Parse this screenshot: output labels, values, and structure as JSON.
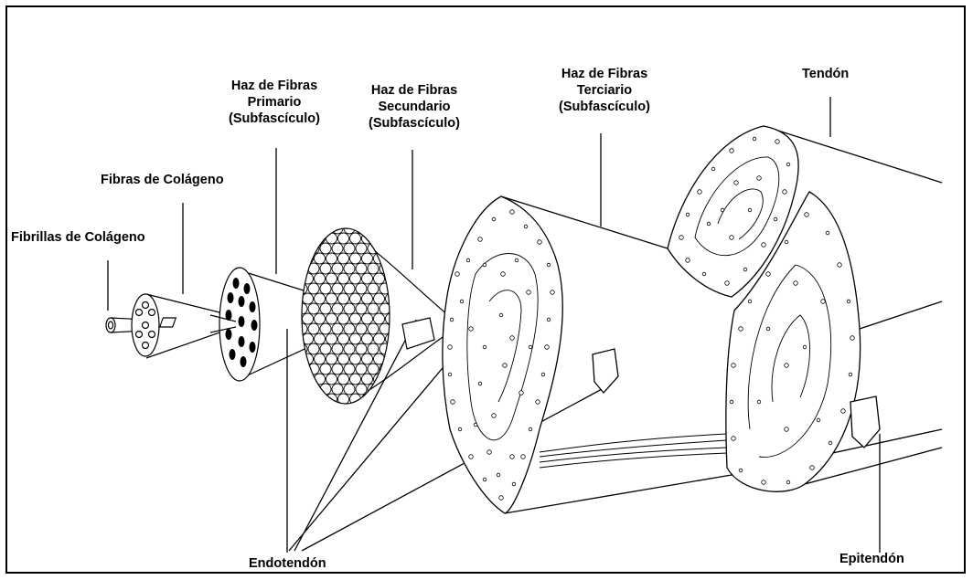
{
  "diagram": {
    "labels": {
      "fibrillas": "Fibrillas de Colágeno",
      "fibras": "Fibras de Colágeno",
      "primario_1": "Haz de Fibras",
      "primario_2": "Primario",
      "primario_3": "(Subfascículo)",
      "secundario_1": "Haz de Fibras",
      "secundario_2": "Secundario",
      "secundario_3": "(Subfascículo)",
      "terciario_1": "Haz de Fibras",
      "terciario_2": "Terciario",
      "terciario_3": "(Subfascículo)",
      "tendon": "Tendón",
      "endotendon": "Endotendón",
      "epitendon": "Epitendón"
    }
  }
}
